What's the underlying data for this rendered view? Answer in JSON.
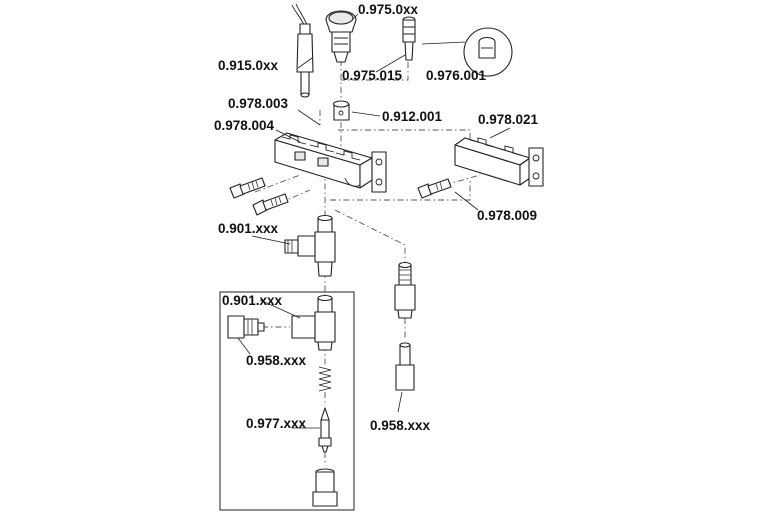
{
  "labels": {
    "l0": "0.975.0xx",
    "l1": "0.915.0xx",
    "l2": "0.975.015",
    "l3": "0.976.001",
    "l4": "0.978.003",
    "l5": "0.912.001",
    "l6": "0.978.004",
    "l7": "0.978.021",
    "l8": "0.978.009",
    "l9": "0.901.xxx",
    "l10": "0.901.xxx",
    "l11": "0.958.xxx",
    "l12": "0.977.xxx",
    "l13": "0.958.xxx"
  }
}
